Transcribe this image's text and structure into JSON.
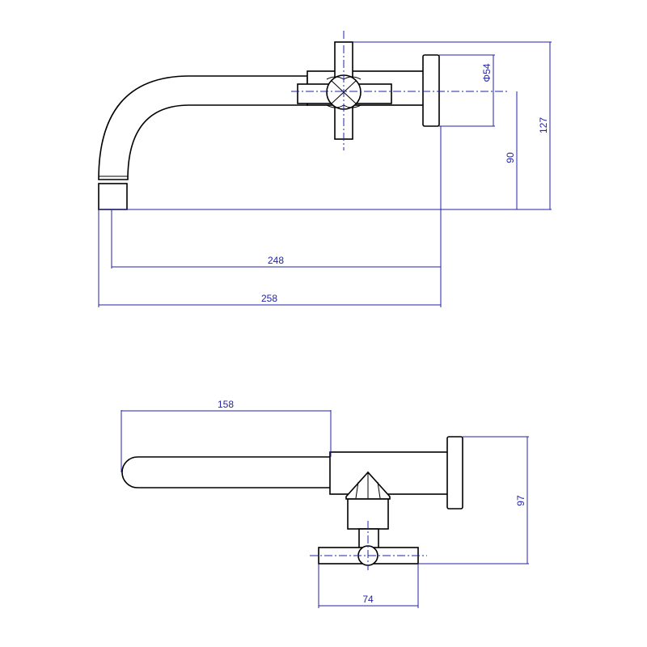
{
  "colors": {
    "outline": "#000000",
    "dimension": "#2222aa",
    "background": "#ffffff"
  },
  "dimensions": {
    "spout_reach_from_wall": "248",
    "overall_length": "258",
    "overall_height": "127",
    "spout_height": "90",
    "flange_diameter": "Φ54",
    "top_view_spout_length": "158",
    "top_view_depth": "97",
    "handle_width": "74"
  }
}
